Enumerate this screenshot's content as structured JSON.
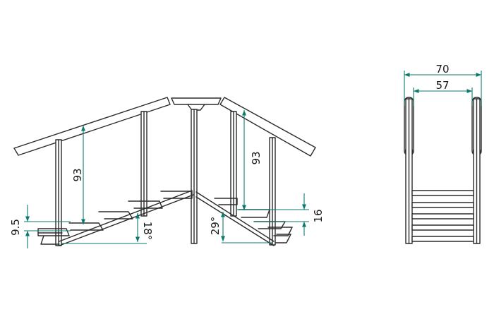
{
  "drawing": {
    "dimension_color": "#0b7a6d",
    "line_color": "#2b2b2b",
    "side_view": {
      "dims": {
        "rise_left": "93",
        "rise_right": "93",
        "step_left": "9.5",
        "step_right": "16",
        "angle_left": "18°",
        "angle_right": "29°"
      }
    },
    "front_view": {
      "dims": {
        "overall_width": "70",
        "inner_width": "57"
      }
    }
  }
}
